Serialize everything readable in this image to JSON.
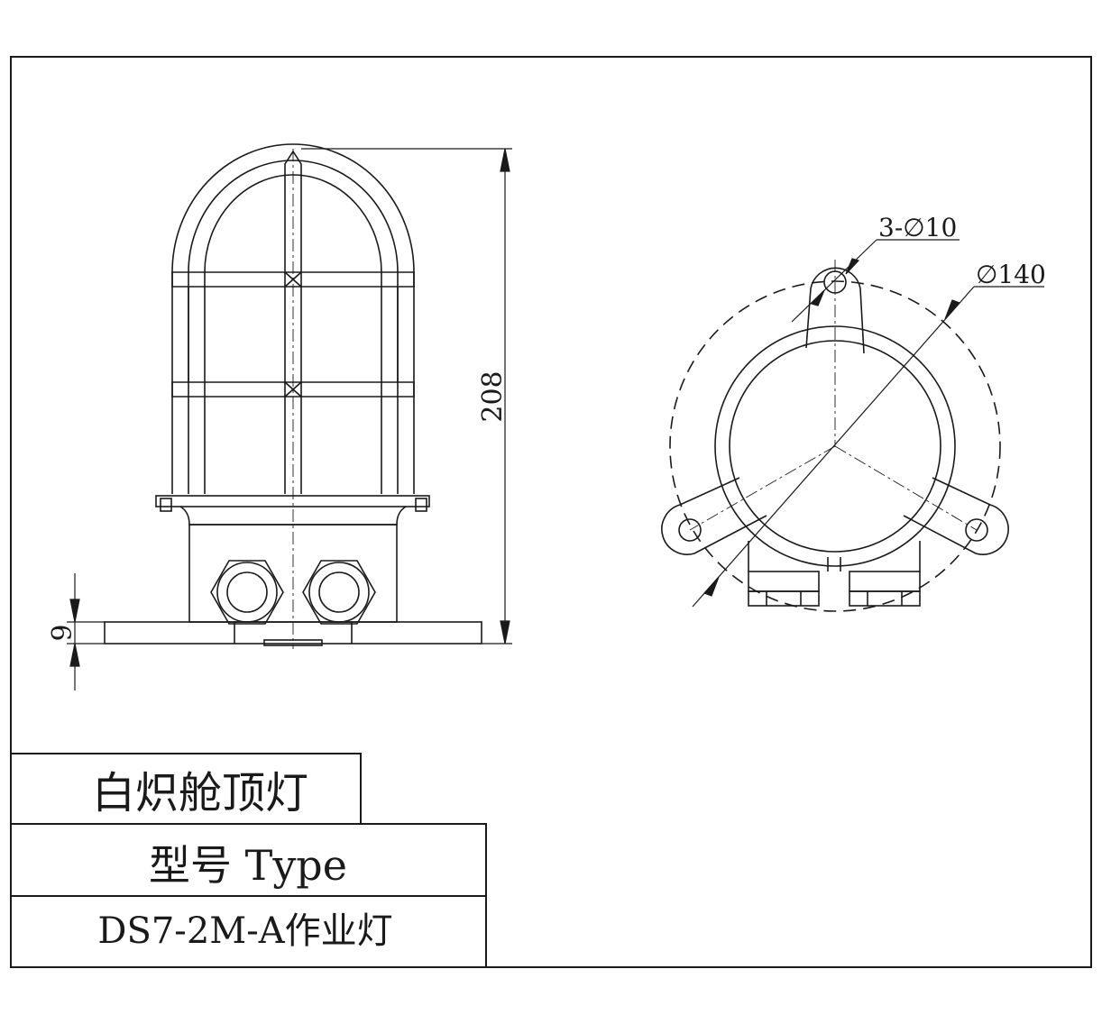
{
  "drawing": {
    "dimensions": {
      "height": "208",
      "base_thickness": "9",
      "holes": "3-∅10",
      "bolt_circle": "∅140"
    }
  },
  "title_block": {
    "product_name": "白炽舱顶灯",
    "type_label": "型号 Type",
    "model": "DS7-2M-A作业灯"
  },
  "colors": {
    "line": "#1a1a1a",
    "paper": "#ffffff"
  }
}
